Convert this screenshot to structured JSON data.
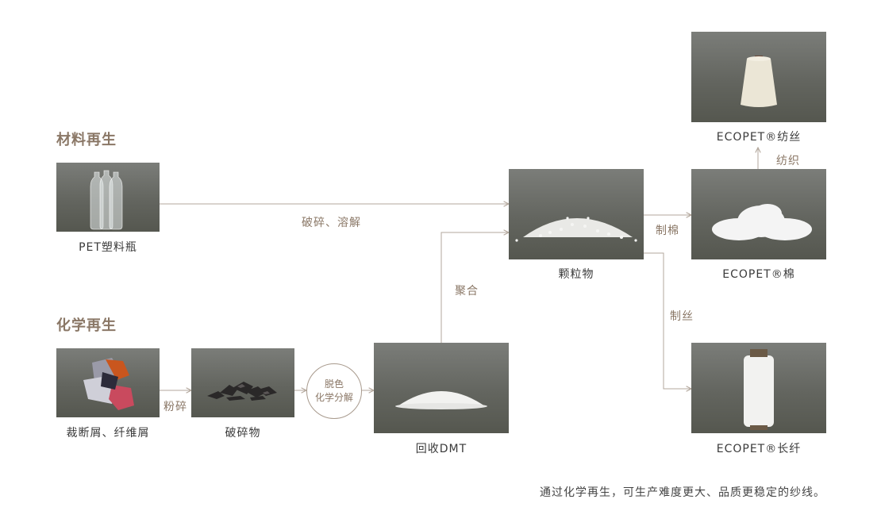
{
  "sections": {
    "material": "材料再生",
    "chemical": "化学再生"
  },
  "nodes": {
    "pet_bottle": "PET塑料瓶",
    "scraps": "裁断屑、纤维屑",
    "crushed": "破碎物",
    "dmt": "回收DMT",
    "pellets": "颗粒物",
    "spun_yarn": "ECOPET®纺丝",
    "cotton": "ECOPET®棉",
    "filament": "ECOPET®长纤"
  },
  "edges": {
    "crush_dissolve": "破碎、溶解",
    "pulverize": "粉碎",
    "decolor": "脱色",
    "chem_decompose": "化学分解",
    "polymerize": "聚合",
    "make_cotton": "制棉",
    "spinning": "纺织",
    "make_filament": "制丝"
  },
  "footnote": "通过化学再生，可生产难度更大、品质更稳定的纱线。",
  "colors": {
    "accent": "#8a7766",
    "line": "#b3a79c",
    "photo_bg": "#63655f"
  }
}
